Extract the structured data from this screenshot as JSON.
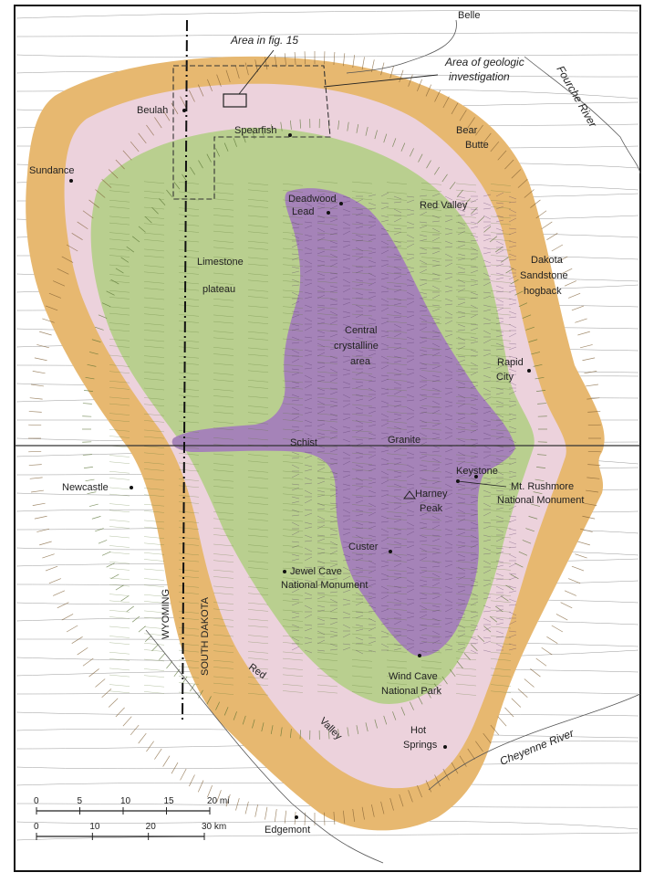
{
  "colors": {
    "sandstone": "#e7b870",
    "red_valley": "#ecd2dc",
    "limestone": "#b9cf8f",
    "crystalline": "#a583b8",
    "background": "#ffffff"
  },
  "labels": {
    "area_fig": "Area in fig. 15",
    "area_geo_1": "Area of geologic",
    "area_geo_2": "investigation",
    "belle": "Belle",
    "belle_river": "Fourche River",
    "beulah": "Beulah",
    "spearfish": "Spearfish",
    "bear_butte_1": "Bear",
    "bear_butte_2": "Butte",
    "sundance": "Sundance",
    "deadwood": "Deadwood",
    "lead": "Lead",
    "red_valley_top": "Red Valley",
    "dakota_1": "Dakota",
    "dakota_2": "Sandstone",
    "dakota_3": "hogback",
    "limestone_1": "Limestone",
    "limestone_2": "plateau",
    "central_1": "Central",
    "central_2": "crystalline",
    "central_3": "area",
    "rapid_1": "Rapid",
    "rapid_2": "City",
    "schist": "Schist",
    "granite": "Granite",
    "keystone": "Keystone",
    "newcastle": "Newcastle",
    "harney_1": "Harney",
    "harney_2": "Peak",
    "rushmore_1": "Mt. Rushmore",
    "rushmore_2": "National Monument",
    "custer": "Custer",
    "jewel_1": "Jewel Cave",
    "jewel_2": "National Monument",
    "wyoming": "WYOMING",
    "south_dakota": "SOUTH DAKOTA",
    "red_lower": "Red",
    "valley_lower": "Valley",
    "wind_1": "Wind Cave",
    "wind_2": "National Park",
    "hot_1": "Hot",
    "hot_2": "Springs",
    "cheyenne": "Cheyenne River",
    "edgemont": "Edgemont"
  },
  "scale_mi": {
    "ticks": [
      "0",
      "5",
      "10",
      "15",
      "20 mi"
    ]
  },
  "scale_km": {
    "ticks": [
      "0",
      "10",
      "20",
      "30 km"
    ]
  }
}
